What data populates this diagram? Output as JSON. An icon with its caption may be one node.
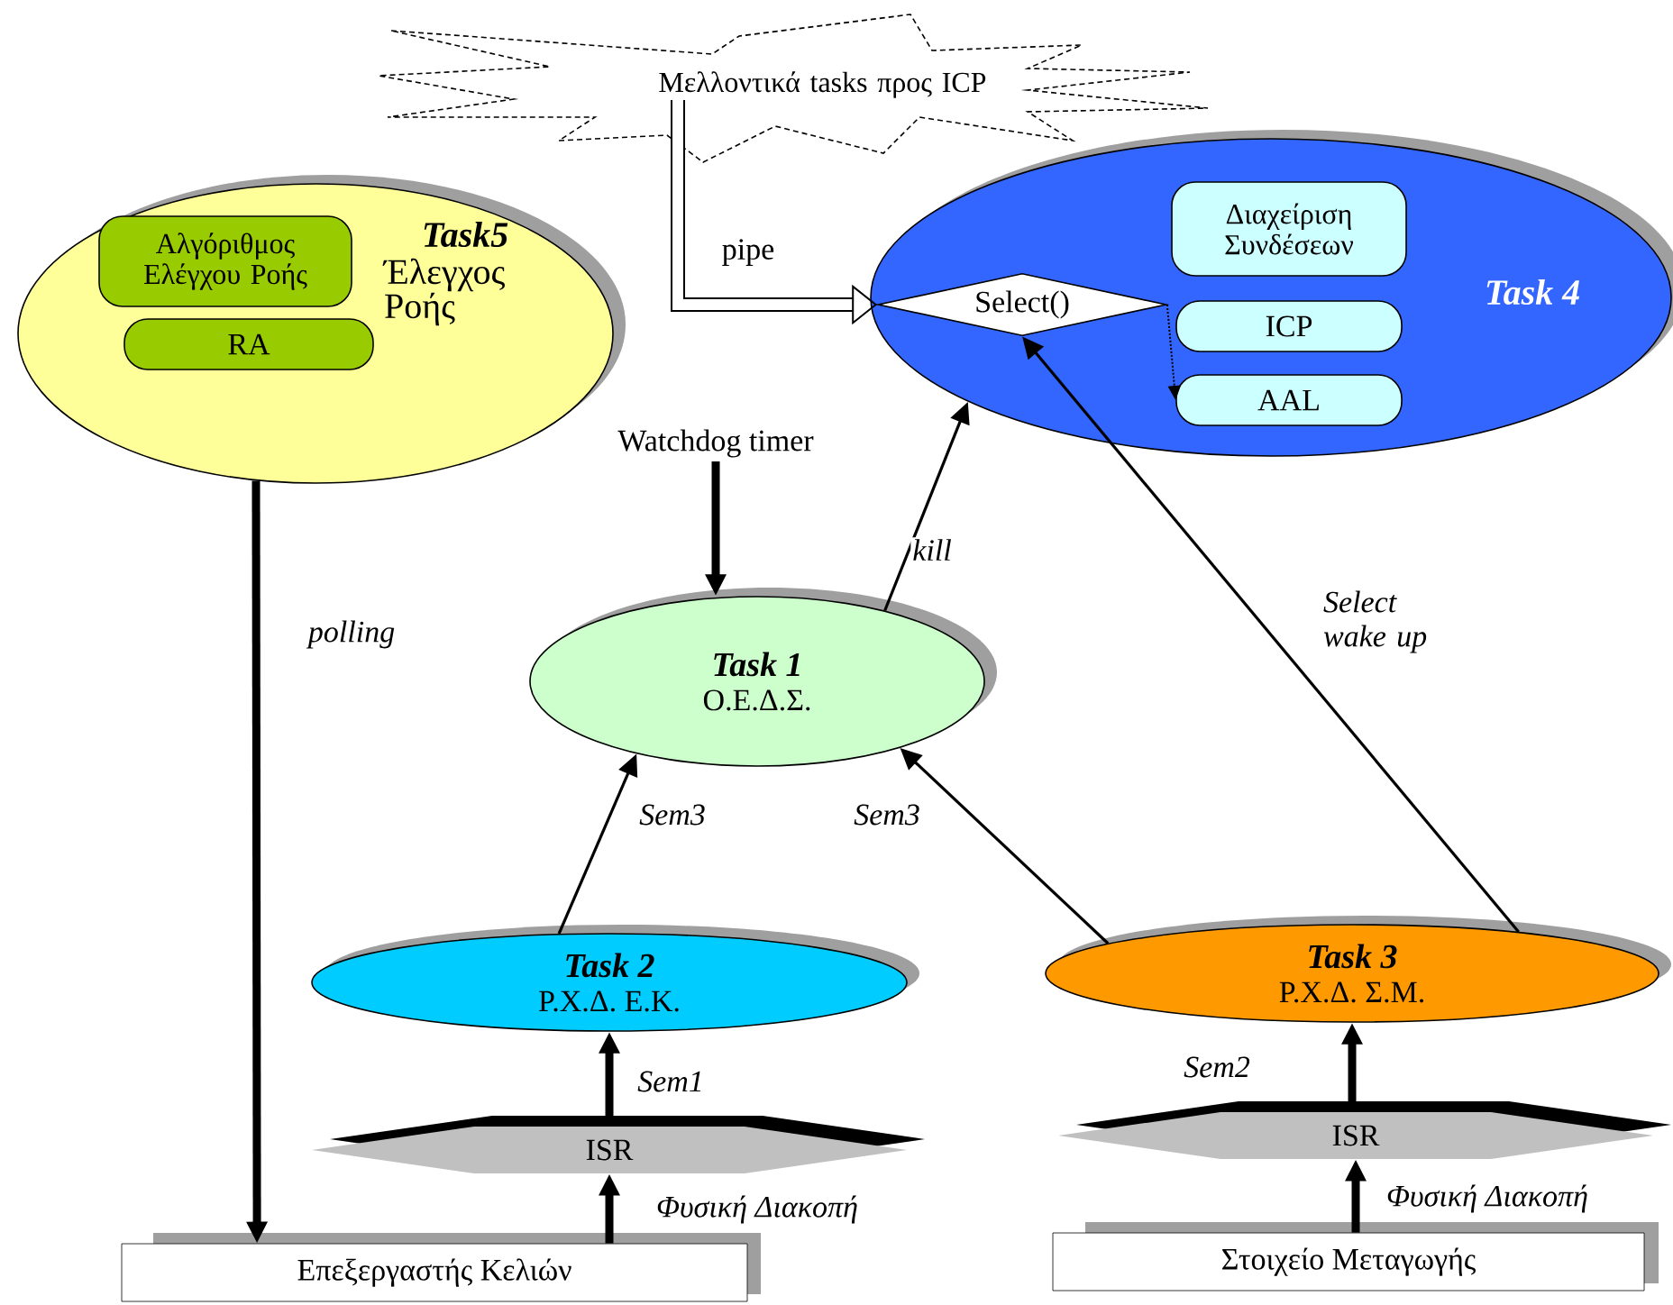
{
  "diagram": {
    "nodes": [
      {
        "text": [
          "Μελλοντικά tasks προς ICP"
        ]
      },
      {
        "text": [
          "Task5",
          "Έλεγχος Ροής"
        ]
      },
      {
        "text": [
          "Αλγόριθμος Ελέγχου Ροής"
        ],
        "in": 1
      },
      {
        "text": [
          "RA"
        ],
        "in": 1
      },
      {
        "text": [
          "Task 4"
        ]
      },
      {
        "text": [
          "Select()"
        ],
        "in": 4
      },
      {
        "text": [
          "Διαχείριση Συνδέσεων"
        ],
        "in": 4
      },
      {
        "text": [
          "ICP"
        ],
        "in": 4
      },
      {
        "text": [
          "AAL"
        ],
        "in": 4
      },
      {
        "text": [
          "Watchdog timer"
        ]
      },
      {
        "text": [
          "Task 1",
          "Ο.Ε.Δ.Σ."
        ]
      },
      {
        "text": [
          "Task 2",
          "Ρ.Χ.Δ. Ε.Κ."
        ]
      },
      {
        "text": [
          "Task 3",
          "Ρ.Χ.Δ. Σ.Μ."
        ]
      },
      {
        "text": [
          "ISR"
        ]
      },
      {
        "text": [
          "ISR"
        ]
      },
      {
        "text": [
          "Επεξεργαστής Κελιών"
        ]
      },
      {
        "text": [
          "Στοιχείο Μεταγωγής"
        ]
      }
    ],
    "edges": [
      {
        "from": 0,
        "to": 5,
        "arrow": "to",
        "label": "pipe"
      },
      {
        "from": 5,
        "to": 8,
        "arrow": "to",
        "style": "dashed"
      },
      {
        "from": 1,
        "to": 15,
        "arrow": "to",
        "label": "polling"
      },
      {
        "from": 9,
        "to": 10,
        "arrow": "to"
      },
      {
        "from": 10,
        "to": 4,
        "arrow": "to",
        "label": "kill"
      },
      {
        "from": 12,
        "to": 5,
        "arrow": "to",
        "label": "Select wake up"
      },
      {
        "from": 11,
        "to": 10,
        "arrow": "to",
        "label": "Sem3"
      },
      {
        "from": 12,
        "to": 10,
        "arrow": "to",
        "label": "Sem3"
      },
      {
        "from": 13,
        "to": 11,
        "arrow": "to",
        "label": "Sem1"
      },
      {
        "from": 14,
        "to": 12,
        "arrow": "to",
        "label": "Sem2"
      },
      {
        "from": 15,
        "to": 13,
        "arrow": "to",
        "label": "Φυσική Διακοπή"
      },
      {
        "from": 16,
        "to": 14,
        "arrow": "to",
        "label": "Φυσική Διακοπή"
      }
    ]
  }
}
